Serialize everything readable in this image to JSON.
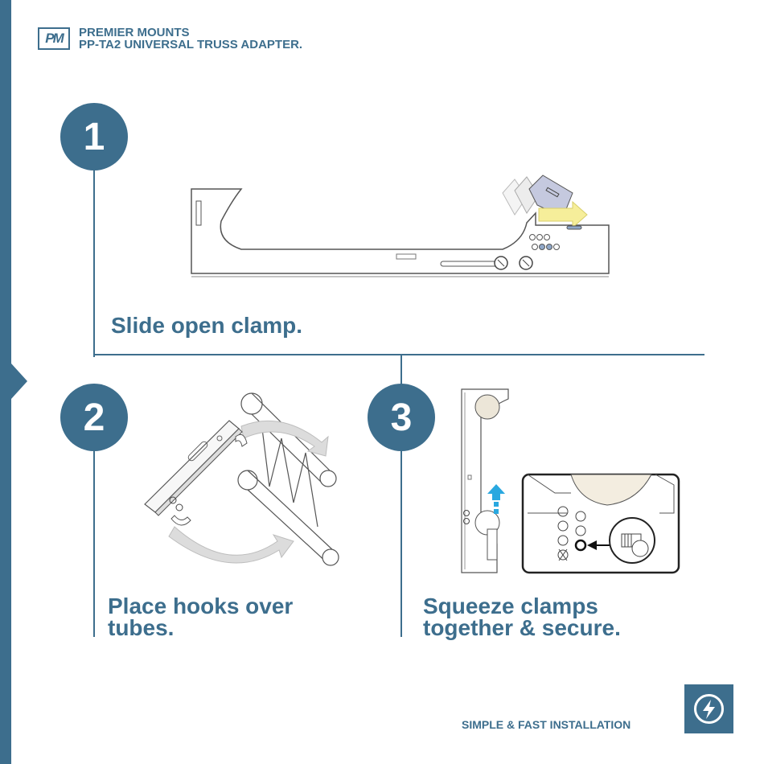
{
  "header": {
    "logo_text": "PM",
    "brand_line1": "PREMIER MOUNTS",
    "brand_line2": "PP-TA2 UNIVERSAL TRUSS ADAPTER."
  },
  "steps": [
    {
      "number": "1",
      "caption": "Slide open clamp."
    },
    {
      "number": "2",
      "caption_line1": "Place hooks over",
      "caption_line2": "tubes."
    },
    {
      "number": "3",
      "caption_line1": "Squeeze clamps",
      "caption_line2": "together & secure."
    }
  ],
  "footer": {
    "tagline": "SIMPLE & FAST INSTALLATION",
    "icon": "lightning-bolt-icon"
  },
  "colors": {
    "brand": "#3d6e8d",
    "arrow_yellow": "#f6ee9a",
    "arrow_gray": "#c9c9c9",
    "arrow_blue": "#29a8e0"
  }
}
